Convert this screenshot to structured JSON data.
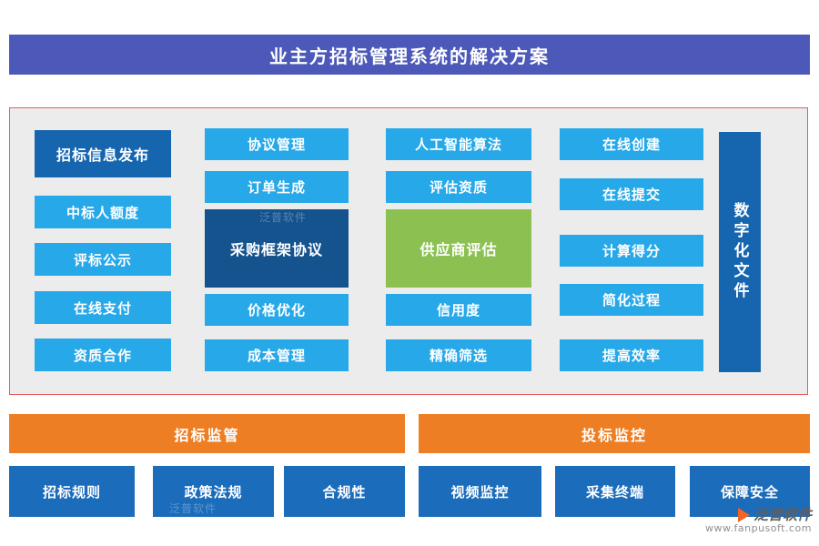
{
  "title": "业主方招标管理系统的解决方案",
  "grid": {
    "col1": [
      "招标信息发布",
      "中标人额度",
      "评标公示",
      "在线支付",
      "资质合作"
    ],
    "col2": [
      "协议管理",
      "订单生成",
      "采购框架协议",
      "价格优化",
      "成本管理"
    ],
    "col3": [
      "人工智能算法",
      "评估资质",
      "供应商评估",
      "信用度",
      "精确筛选"
    ],
    "col4": [
      "在线创建",
      "在线提交",
      "计算得分",
      "简化过程",
      "提高效率"
    ],
    "sidebar": "数字化文件"
  },
  "bottom": {
    "left": {
      "header": "招标监管",
      "items": [
        "招标规则",
        "政策法规",
        "合规性"
      ]
    },
    "right": {
      "header": "投标监控",
      "items": [
        "视频监控",
        "采集终端",
        "保障安全"
      ]
    }
  },
  "watermark": {
    "brand": "泛普软件",
    "url": "www.fanpusoft.com"
  },
  "colors": {
    "title_bg": "#4c59b8",
    "light_blue": "#27a8e8",
    "dark_blue": "#1565af",
    "navy_blue": "#15538e",
    "green": "#8cc152",
    "orange": "#ee7e23",
    "bottom_blue": "#1b6cba",
    "panel_bg": "#ececec",
    "panel_border": "#e35d5d"
  }
}
